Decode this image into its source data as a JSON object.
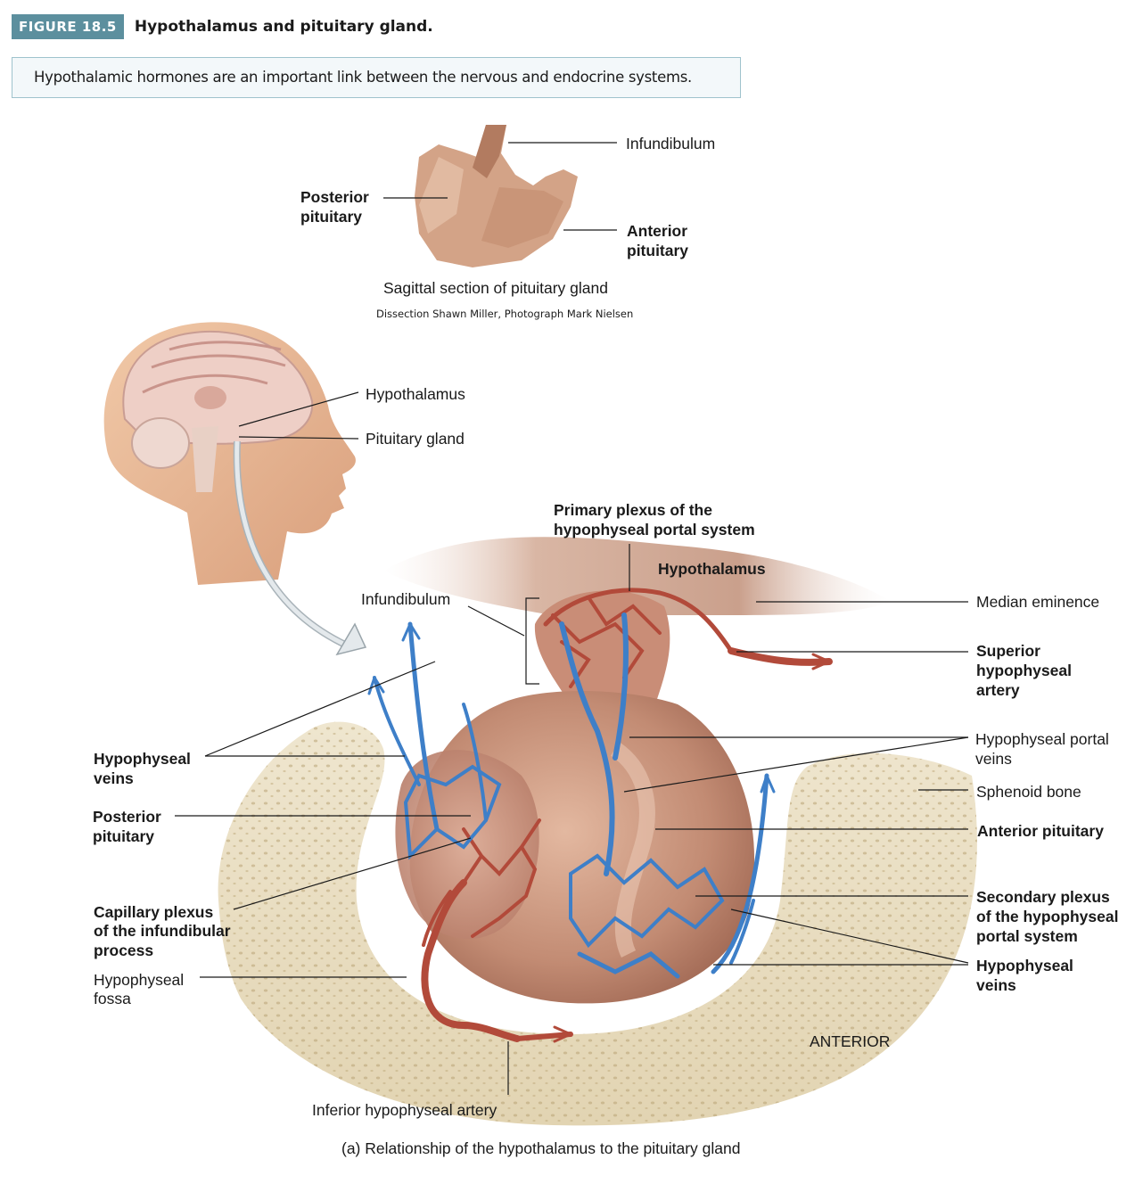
{
  "figure": {
    "tag": "FIGURE 18.5",
    "title": "Hypothalamus and pituitary gland.",
    "subtitle": "Hypothalamic hormones are an important link between the nervous and endocrine systems."
  },
  "photo": {
    "infundibulum": "Infundibulum",
    "posterior_1": "Posterior",
    "posterior_2": "pituitary",
    "anterior_1": "Anterior",
    "anterior_2": "pituitary",
    "caption": "Sagittal section of pituitary gland",
    "credit": "Dissection Shawn Miller, Photograph Mark Nielsen"
  },
  "head": {
    "hypothalamus": "Hypothalamus",
    "pituitary": "Pituitary gland"
  },
  "detail": {
    "primary_1": "Primary plexus of the",
    "primary_2": "hypophyseal portal system",
    "hypothalamus": "Hypothalamus",
    "infundibulum": "Infundibulum",
    "median_eminence": "Median eminence",
    "superior_1": "Superior",
    "superior_2": "hypophyseal",
    "superior_3": "artery",
    "portal_veins_1": "Hypophyseal portal",
    "portal_veins_2": "veins",
    "sphenoid": "Sphenoid bone",
    "anterior_pituitary": "Anterior pituitary",
    "secondary_1": "Secondary plexus",
    "secondary_2": "of the hypophyseal",
    "secondary_3": "portal system",
    "veins_right_1": "Hypophyseal",
    "veins_right_2": "veins",
    "veins_left_1": "Hypophyseal",
    "veins_left_2": "veins",
    "posterior_1": "Posterior",
    "posterior_2": "pituitary",
    "capillary_1": "Capillary plexus",
    "capillary_2": "of the infundibular",
    "capillary_3": "process",
    "fossa_1": "Hypophyseal",
    "fossa_2": "fossa",
    "anterior_dir": "ANTERIOR",
    "inferior_artery": "Inferior hypophyseal artery",
    "caption": "(a) Relationship of the hypothalamus to the pituitary gland"
  }
}
